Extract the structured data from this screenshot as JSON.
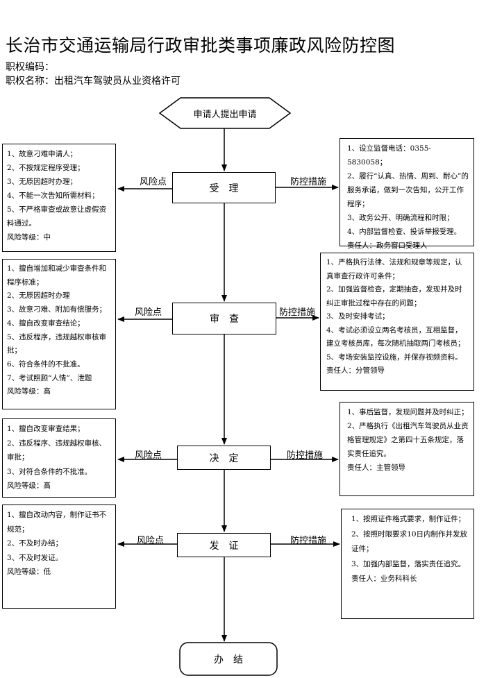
{
  "header": {
    "title": "长治市交通运输局行政审批类事项廉政风险防控图",
    "code_label": "职权编码：",
    "name_label": "职权名称：出租汽车驾驶员从业资格许可"
  },
  "labels": {
    "risk": "风险点",
    "measure": "防控措施"
  },
  "start": "申请人提出申请",
  "end": "办　结",
  "steps": [
    {
      "name": "受　理",
      "risks": [
        "1、故意刁难申请人；",
        "2、不按规定程序受理；",
        "3、无原因超时办理；",
        "4、不能一次告知所需材料；",
        "5、不严格审查或故意让虚假资料通过。",
        "风险等级：中"
      ],
      "measures": [
        "1、设立监督电话：0355-5830058；",
        "2、履行“认真、热情、周到、耐心”的服务承诺，做到一次告知，公开工作程序；",
        "3、政务公开、明确流程和时限；",
        "4、内部监督检查、投诉举报受理。",
        "责任人：政务窗口受理人"
      ]
    },
    {
      "name": "审　查",
      "risks": [
        "1、擅自增加和减少审查条件和程序标准；",
        "2、无原因超时办理",
        "3、故意刁难、附加有偿服务；",
        "4、擅自改变审查结论；",
        "5、违反程序，违规越权审核审批；",
        "6、符合条件的不批准。",
        "7、考试照顾“人情”、泄题",
        "风险等级：高"
      ],
      "measures": [
        "1、严格执行法律、法规和规章等规定，认真审查行政许可条件；",
        "2、加强监督检查，定期抽查，发现并及时纠正审批过程中存在的问题；",
        "3、及时安排考试；",
        "4、考试必须设立两名考核员，互相监督，建立考核员库，每次随机抽取两门考核员；",
        "5、考场安装监控设施，并保存视频资料。",
        "责任人：分管领导"
      ]
    },
    {
      "name": "决　定",
      "risks": [
        "1、擅自改变审查结果；",
        "2、违反程序、违规越权审核、审批；",
        "3、对符合条件的不批准。",
        "风险等级：高"
      ],
      "measures": [
        "1、事后监督，发现问题并及时纠正；",
        "2、严格执行《出租汽车驾驶员从业资格管理规定》之第四十五条规定，落实责任追究。",
        "责任人：主管领导"
      ]
    },
    {
      "name": "发　证",
      "risks": [
        "1、擅自改动内容，制作证书不规范；",
        "2、不及时办结；",
        "3、不及时发证。",
        "风险等级：低"
      ],
      "measures": [
        "1、按照证件格式要求，制作证件；",
        "2、按照时限要求10日内制作并发放证件；",
        "3、加强内部监督，落实责任追究。",
        "责任人：业务科科长"
      ]
    }
  ]
}
